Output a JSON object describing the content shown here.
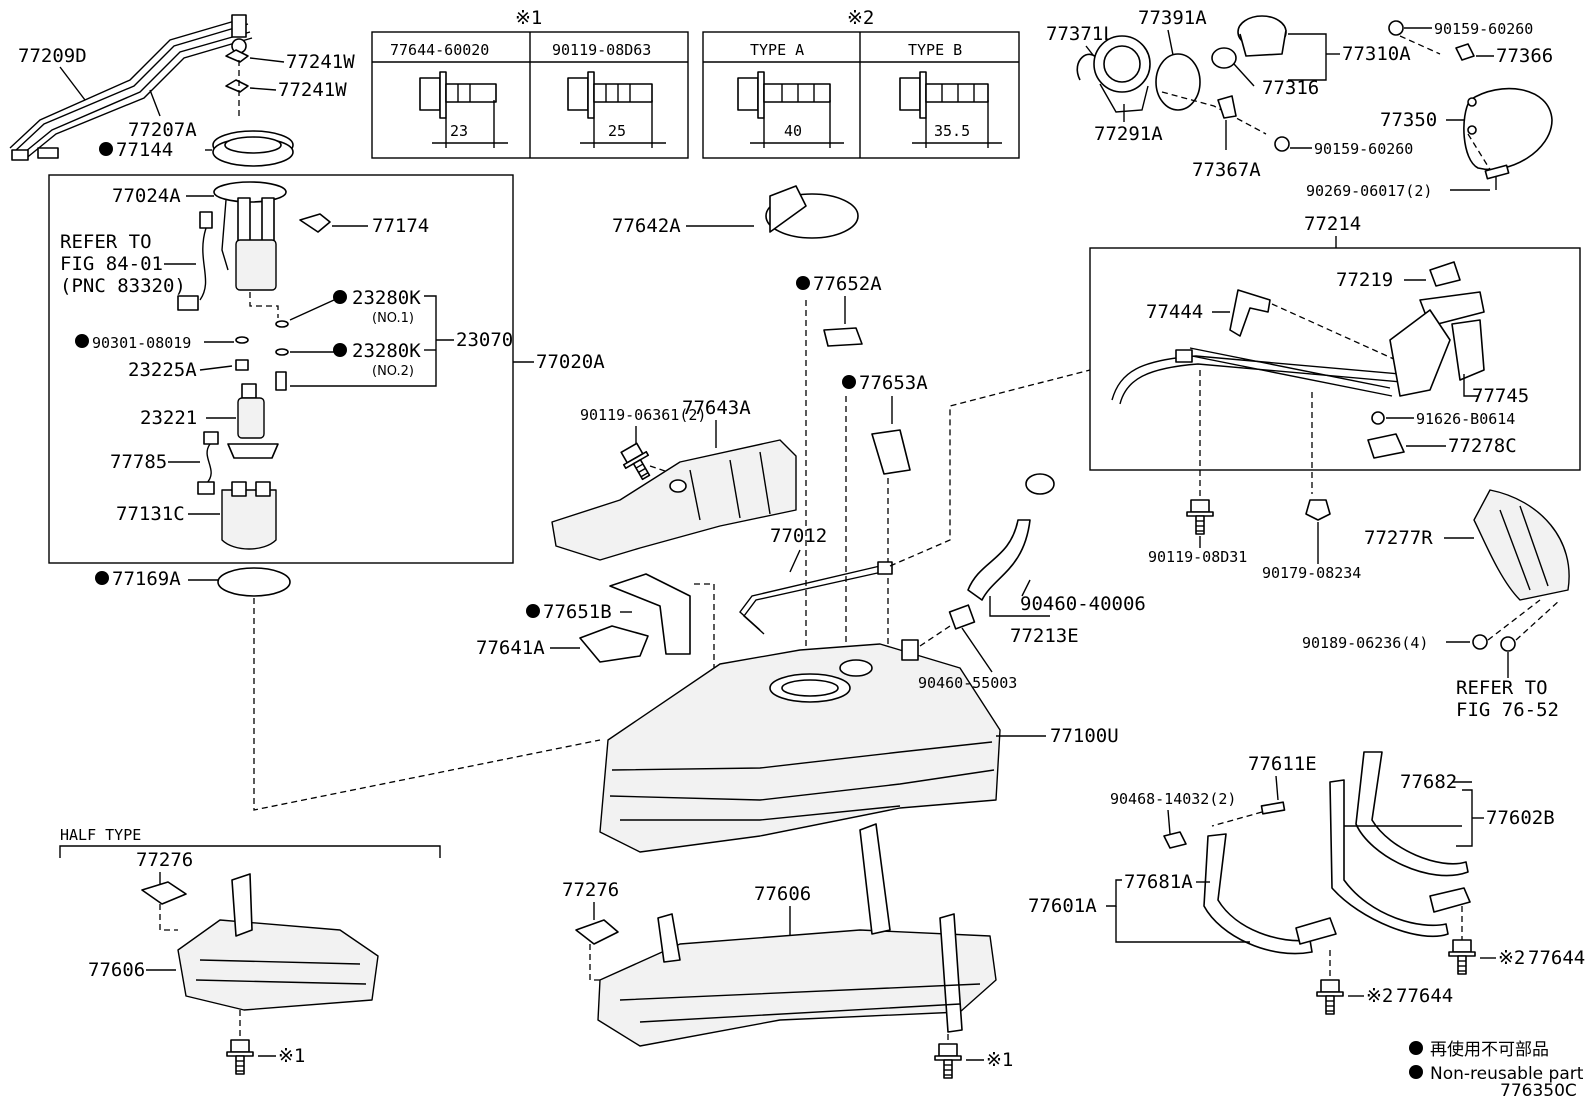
{
  "labels": {
    "p77209D": "77209D",
    "p77241W_a": "77241W",
    "p77241W_b": "77241W",
    "p77207A": "77207A",
    "p77144": "77144",
    "p77024A": "77024A",
    "p77174": "77174",
    "refer1": "REFER TO",
    "refer2": "FIG 84-01",
    "refer3": "(PNC 83320)",
    "p23280K_1": "23280K",
    "no1": "(NO.1)",
    "p90301": "90301-08019",
    "p23280K_2": "23280K",
    "no2": "(NO.2)",
    "p23070": "23070",
    "p77020A": "77020A",
    "p23225A": "23225A",
    "p23221": "23221",
    "p77785": "77785",
    "p77131C": "77131C",
    "p77169A": "77169A",
    "half_type": "HALF TYPE",
    "p77276_a": "77276",
    "p77606_a": "77606",
    "x1_a": "※1",
    "p77276_b": "77276",
    "p77606_b": "77606",
    "x1_b": "※1",
    "p77642A": "77642A",
    "p77652A": "77652A",
    "p77653A": "77653A",
    "p90119_06361": "90119-06361(2)",
    "p77643A": "77643A",
    "p77012": "77012",
    "p77651B": "77651B",
    "p77641A": "77641A",
    "p77100U": "77100U",
    "p90460_55003": "90460-55003",
    "p90460_40006": "90460-40006",
    "p77213E": "77213E",
    "p77371L": "77371L",
    "p77391A": "77391A",
    "p77310A": "77310A",
    "p77316": "77316",
    "p77291A": "77291A",
    "p77367A": "77367A",
    "p90159_60260_a": "90159-60260",
    "p90159_60260_b": "90159-60260",
    "p77366": "77366",
    "p77350": "77350",
    "p90269": "90269-06017(2)",
    "p77214": "77214",
    "p77219": "77219",
    "p77444": "77444",
    "p77745": "77745",
    "p91626": "91626-B0614",
    "p77278C": "77278C",
    "p90119_08D31": "90119-08D31",
    "p90179": "90179-08234",
    "p77277R": "77277R",
    "p90189": "90189-06236(4)",
    "refer4": "REFER TO",
    "refer5": "FIG 76-52",
    "p77611E": "77611E",
    "p90468": "90468-14032(2)",
    "p77682": "77682",
    "p77602B": "77602B",
    "p77681A": "77681A",
    "p77601A": "77601A",
    "x2_a": "※2",
    "p77644_a": "77644",
    "x2_b": "※2",
    "p77644_b": "77644",
    "drawing_no": "776350C"
  },
  "table1": {
    "mark": "※1",
    "col1": "77644-60020",
    "col2": "90119-08D63",
    "dim1": "23",
    "dim2": "25"
  },
  "table2": {
    "mark": "※2",
    "col1": "TYPE A",
    "col2": "TYPE B",
    "dim1": "40",
    "dim2": "35.5"
  },
  "legend": {
    "jp": "再使用不可部品",
    "en": "Non-reusable part"
  }
}
